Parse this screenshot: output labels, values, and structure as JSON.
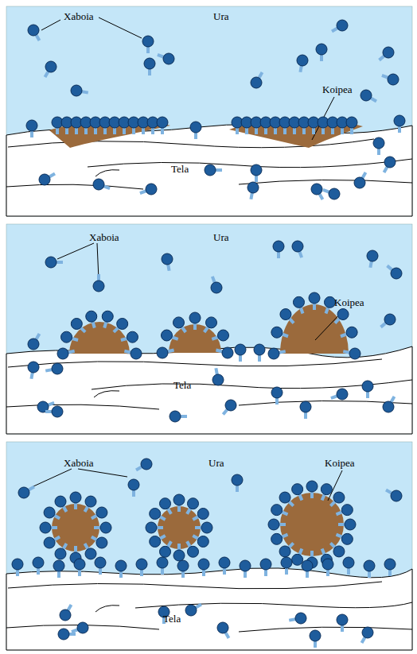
{
  "diagram": {
    "labels": [
      "Xaboia",
      "Ura",
      "Koipea",
      "Tela",
      "Xaboia",
      "Ura",
      "Koipea",
      "Tela",
      "Xaboia",
      "Ura",
      "Koipea",
      "Tela"
    ]
  }
}
